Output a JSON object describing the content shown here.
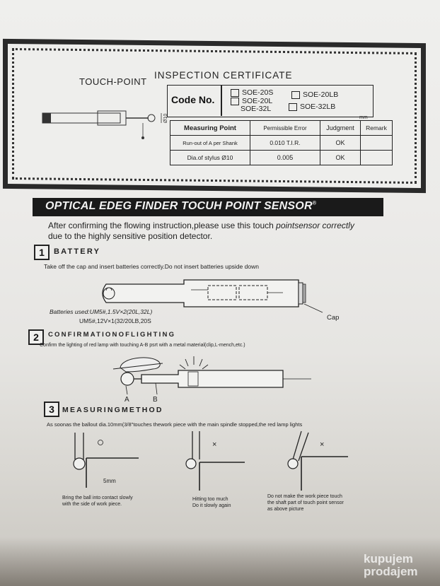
{
  "certificate": {
    "touch_point": "TOUCH-POINT",
    "title": "INSPECTION CERTIFICATE",
    "code_label": "Code No.",
    "options": [
      "SOE-20S",
      "SOE-20L",
      "SOE-32L",
      "SOE-20LB",
      "SOE-32LB"
    ],
    "unit": "mm",
    "stylus_dim": "Ø10",
    "table": {
      "headers": [
        "Measuring Point",
        "Permissible Error",
        "Judgment",
        "Remark"
      ],
      "rows": [
        [
          "Run-out of A per Shank",
          "0.010 T.I.R.",
          "OK",
          ""
        ],
        [
          "Dia.of stylus Ø10",
          "0.005",
          "OK",
          ""
        ]
      ]
    }
  },
  "banner": "OPTICAL EDEG FINDER TOCUH POINT SENSOR",
  "banner_mark": "®",
  "intro": {
    "line1_a": "After confirming the flowing instruction,please use this touch ",
    "line1_b": "pointsensor correctly",
    "line2": "due to the highly sensitive position detector."
  },
  "sections": [
    {
      "num": "1",
      "title": "BATTERY",
      "text": "Take off the cap and insert batteries correctly.Do not insert batteries upside down",
      "batteries_used": "Batteries used:UM5#,1.5V×2(20L,32L)",
      "batteries_used2": "UM5#,12V×1(32/20LB,20S",
      "cap": "Cap"
    },
    {
      "num": "2",
      "title": "CONFIRMATIONOFLIGHTING",
      "text": "Confirm the lighting of red lamp with touching A-B psrt with a metal material(clip,L-mench,etc.)",
      "label_a": "A",
      "label_b": "B"
    },
    {
      "num": "3",
      "title": "MEASURINGMETHOD",
      "text": "As soonas the ballout dia.10mm(3/8\"touches thework piece with the main spindle stopped,the red lamp lights",
      "five_mm": "5mm",
      "captions": [
        [
          "Bring the ball into contact slowly",
          "with the side of work piece."
        ],
        [
          "Hitting too much",
          "Do it slowly again"
        ],
        [
          "Do not make the work piece touch",
          "the shaft part of touch point sensor",
          "as above picture"
        ]
      ]
    }
  ],
  "watermark": {
    "line1": "kupujem",
    "line2": "prodajem"
  }
}
